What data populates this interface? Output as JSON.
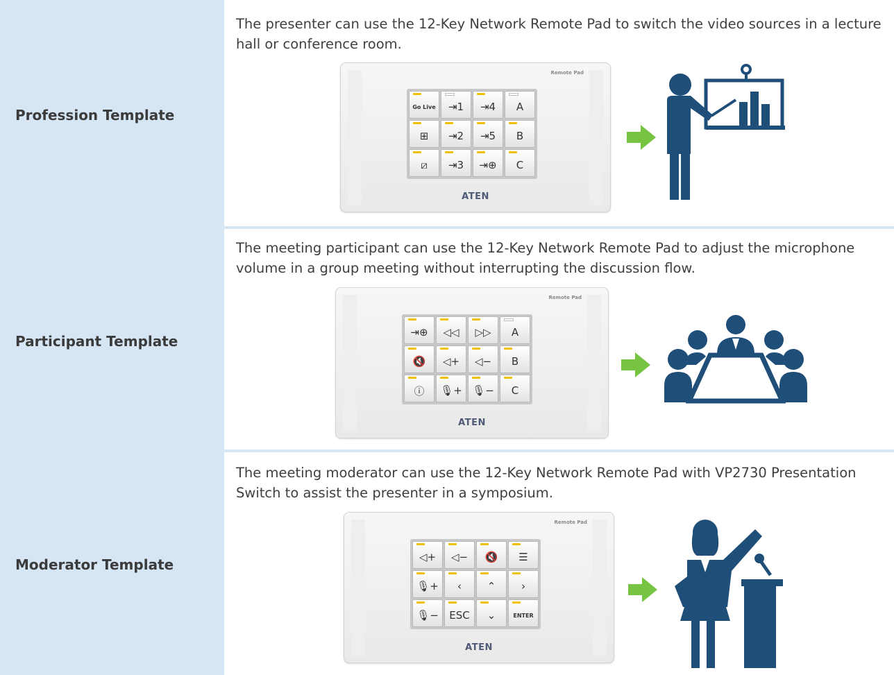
{
  "rows": [
    {
      "label": "Profession Template",
      "description": "The presenter can use the 12-Key Network Remote Pad to switch the video sources in a lecture hall or conference room.",
      "pad": {
        "brand": "Remote Pad",
        "logo": "ATEN",
        "keys": [
          {
            "glyph": "Go Live",
            "led": "yellow"
          },
          {
            "glyph": "⇥1",
            "led": "white"
          },
          {
            "glyph": "⇥4",
            "led": "yellow"
          },
          {
            "glyph": "A",
            "led": "white"
          },
          {
            "glyph": "⊞",
            "led": "yellow"
          },
          {
            "glyph": "⇥2",
            "led": "yellow"
          },
          {
            "glyph": "⇥5",
            "led": "yellow"
          },
          {
            "glyph": "B",
            "led": "yellow"
          },
          {
            "glyph": "⧄",
            "led": "yellow"
          },
          {
            "glyph": "⇥3",
            "led": "yellow"
          },
          {
            "glyph": "⇥⊕",
            "led": "yellow"
          },
          {
            "glyph": "C",
            "led": "yellow"
          }
        ]
      },
      "icon": "presenter-with-chart-icon"
    },
    {
      "label": "Participant Template",
      "description": "The meeting participant can use the 12-Key Network Remote Pad to adjust the microphone volume in a group meeting without interrupting the discussion flow.",
      "pad": {
        "brand": "Remote Pad",
        "logo": "ATEN",
        "keys": [
          {
            "glyph": "⇥⊕",
            "led": "yellow"
          },
          {
            "glyph": "◁◁",
            "led": "yellow"
          },
          {
            "glyph": "▷▷",
            "led": "yellow"
          },
          {
            "glyph": "A",
            "led": "white"
          },
          {
            "glyph": "🔇",
            "led": "yellow"
          },
          {
            "glyph": "◁+",
            "led": "yellow"
          },
          {
            "glyph": "◁−",
            "led": "yellow"
          },
          {
            "glyph": "B",
            "led": "yellow"
          },
          {
            "glyph": "ⓘ",
            "led": "yellow"
          },
          {
            "glyph": "🎙+",
            "led": "yellow"
          },
          {
            "glyph": "🎙−",
            "led": "yellow"
          },
          {
            "glyph": "C",
            "led": "yellow"
          }
        ]
      },
      "icon": "meeting-table-icon"
    },
    {
      "label": "Moderator Template",
      "description": "The meeting moderator can use the 12-Key Network Remote Pad with VP2730 Presentation Switch to assist the presenter in a symposium.",
      "pad": {
        "brand": "Remote Pad",
        "logo": "ATEN",
        "keys": [
          {
            "glyph": "◁+",
            "led": "yellow"
          },
          {
            "glyph": "◁−",
            "led": "yellow"
          },
          {
            "glyph": "🔇",
            "led": "yellow"
          },
          {
            "glyph": "☰",
            "led": "yellow"
          },
          {
            "glyph": "🎙+",
            "led": "yellow"
          },
          {
            "glyph": "‹",
            "led": "yellow"
          },
          {
            "glyph": "⌃",
            "led": "yellow"
          },
          {
            "glyph": "›",
            "led": "yellow"
          },
          {
            "glyph": "🎙−",
            "led": "yellow"
          },
          {
            "glyph": "ESC",
            "led": "yellow"
          },
          {
            "glyph": "⌄",
            "led": "yellow"
          },
          {
            "glyph": "ENTER",
            "led": "yellow"
          }
        ]
      },
      "icon": "speaker-at-podium-icon"
    }
  ],
  "colors": {
    "label_bg": "#d6e6f5",
    "icon_blue": "#1f4e79",
    "arrow_green": "#76c442",
    "led_yellow": "#f0c000"
  }
}
